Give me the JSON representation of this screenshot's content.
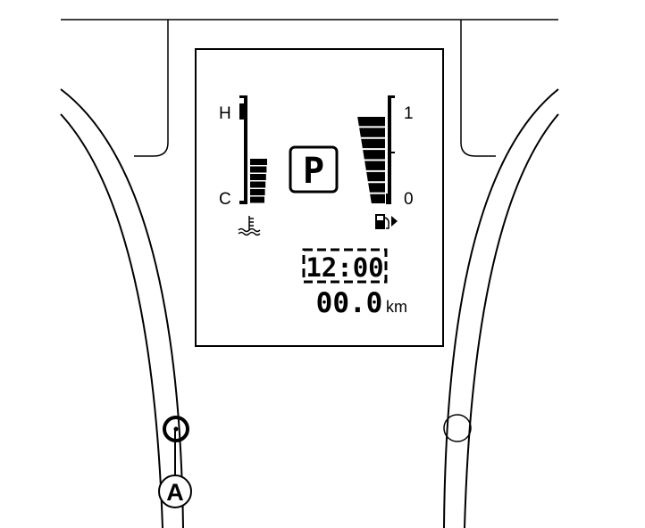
{
  "diagram": {
    "temp_gauge": {
      "high_label": "H",
      "low_label": "C",
      "level_segments": 6,
      "icon": "coolant-temperature-icon"
    },
    "fuel_gauge": {
      "full_label": "1",
      "empty_label": "0",
      "level_segments": 8,
      "icon": "fuel-pump-icon"
    },
    "gear_indicator": "P",
    "clock": "12:00",
    "odometer": {
      "value": "00.0",
      "unit": "km"
    },
    "callout": {
      "label": "A",
      "target": "left-knob"
    }
  }
}
